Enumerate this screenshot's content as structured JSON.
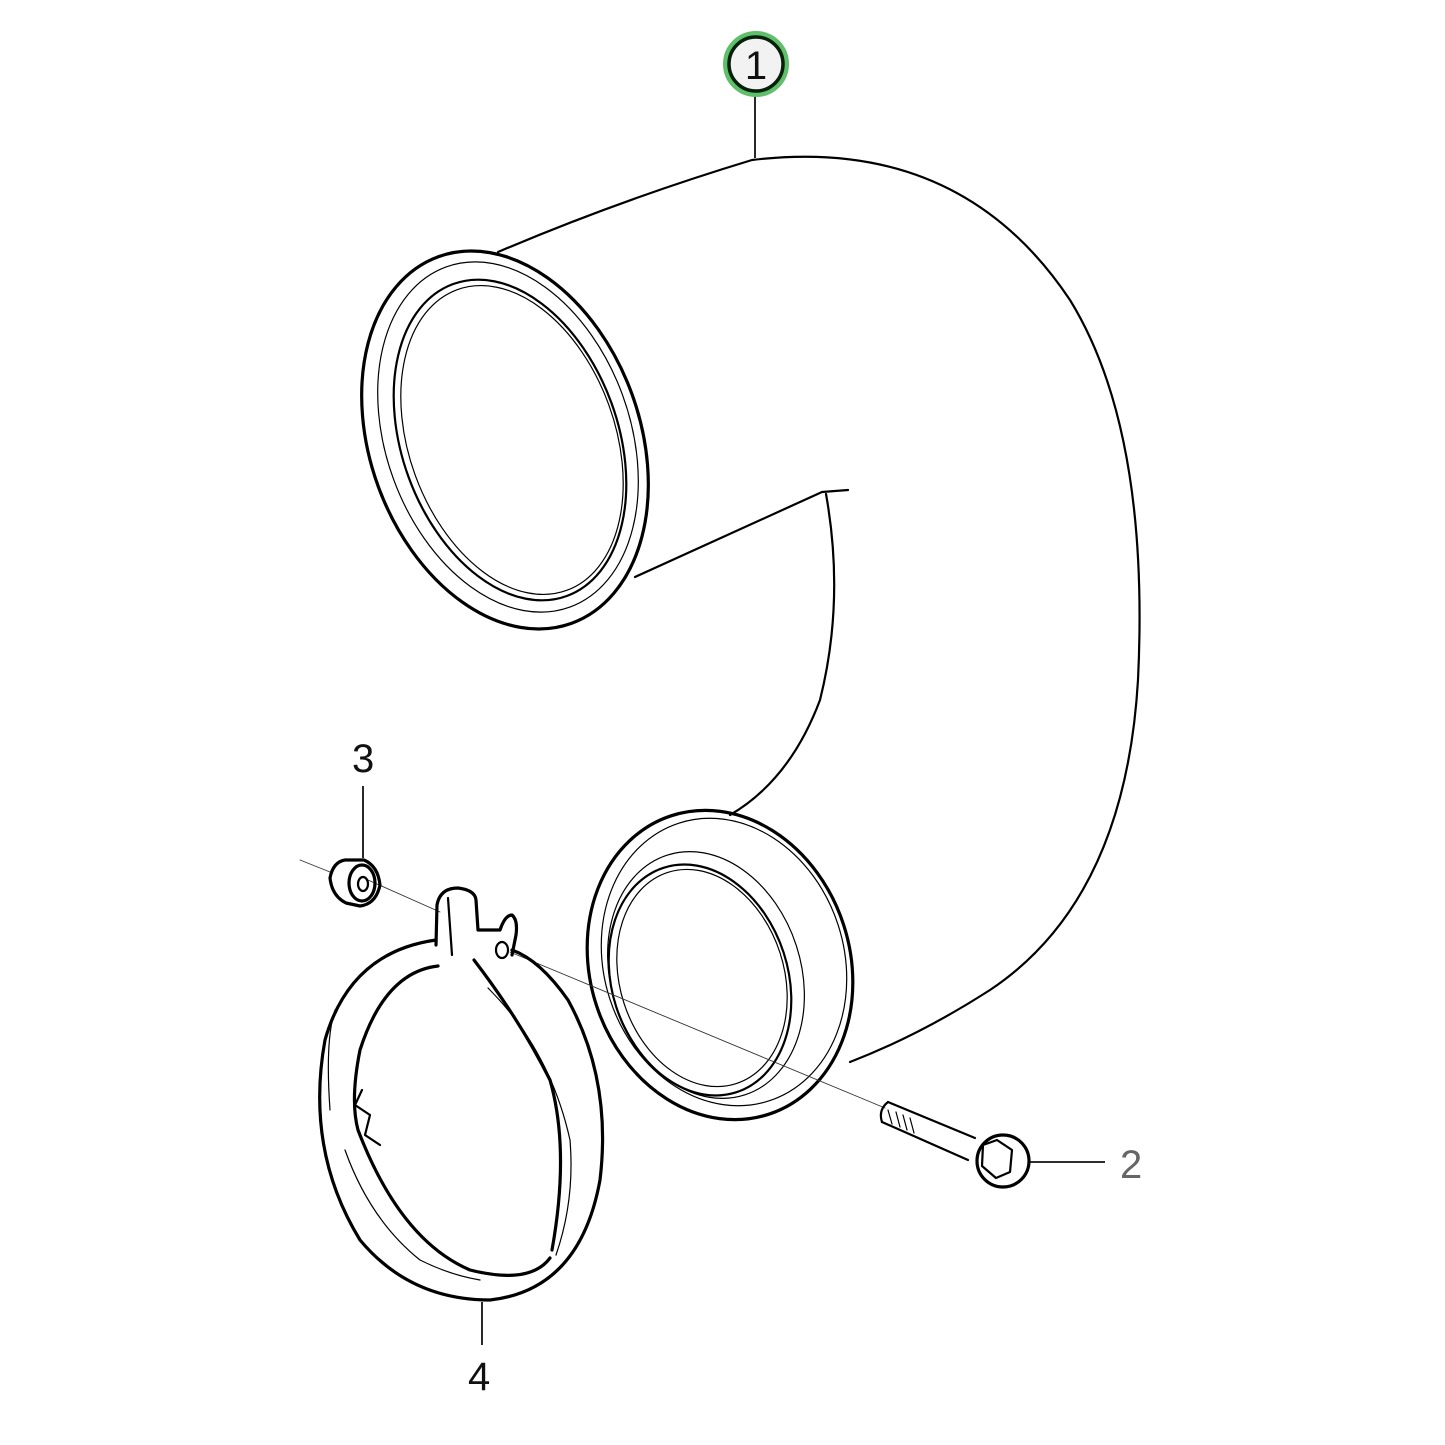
{
  "diagram": {
    "type": "exploded-parts-view",
    "subject": "bent pipe with flanges, clamp and fasteners",
    "colors": {
      "line": "#000000",
      "background": "#ffffff",
      "highlight_ring": "#0a5c14",
      "highlight_glow": "#5fbf6a",
      "highlight_fill": "#f2f2f2",
      "secondary_label": "#666666"
    }
  },
  "callouts": [
    {
      "id": "1",
      "label": "1",
      "part": "bent-pipe",
      "highlighted": true
    },
    {
      "id": "2",
      "label": "2",
      "part": "flange-bolt"
    },
    {
      "id": "3",
      "label": "3",
      "part": "flange-nut"
    },
    {
      "id": "4",
      "label": "4",
      "part": "v-band-clamp"
    }
  ]
}
